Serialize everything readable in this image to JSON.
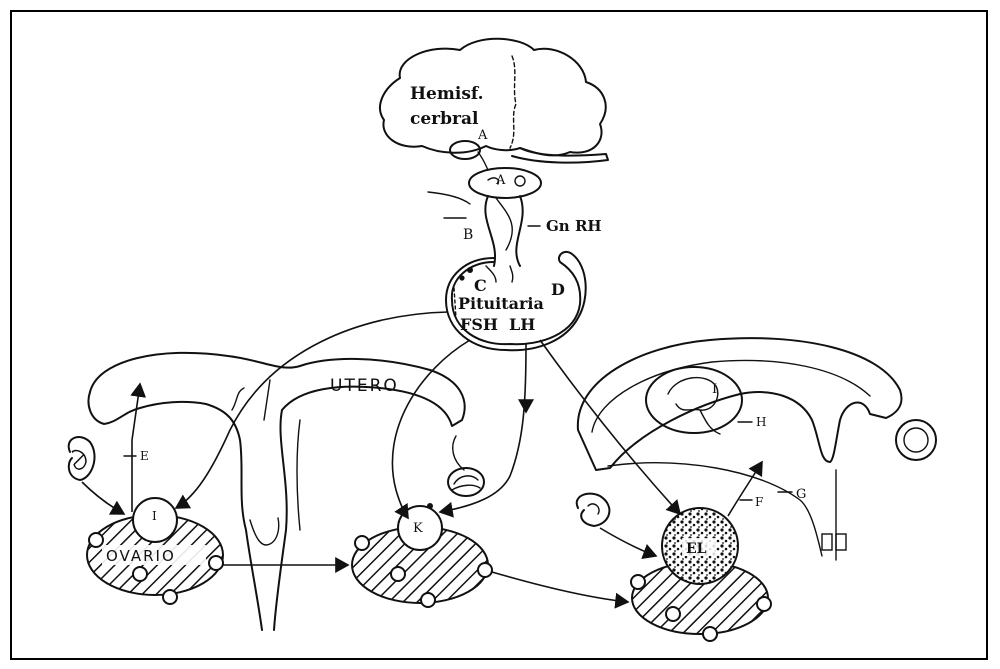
{
  "labels": {
    "hemisphere_line1": "Hemisf.",
    "hemisphere_line2": "cerbral",
    "marker_a_brain": "A",
    "marker_a_hypothalamus": "A",
    "marker_b": "B",
    "gnrh": "Gn RH",
    "marker_c": "C",
    "marker_d": "D",
    "pituitaria": "Pituitaria",
    "fsh": "FSH",
    "lh": "LH",
    "utero": "UTERO",
    "ovario": "OVARIO",
    "marker_e": "E",
    "marker_f": "F",
    "marker_g": "G",
    "marker_h": "H",
    "marker_i_ovary": "I",
    "marker_i_uterus": "I",
    "marker_k": "K",
    "marker_el": "EL"
  }
}
